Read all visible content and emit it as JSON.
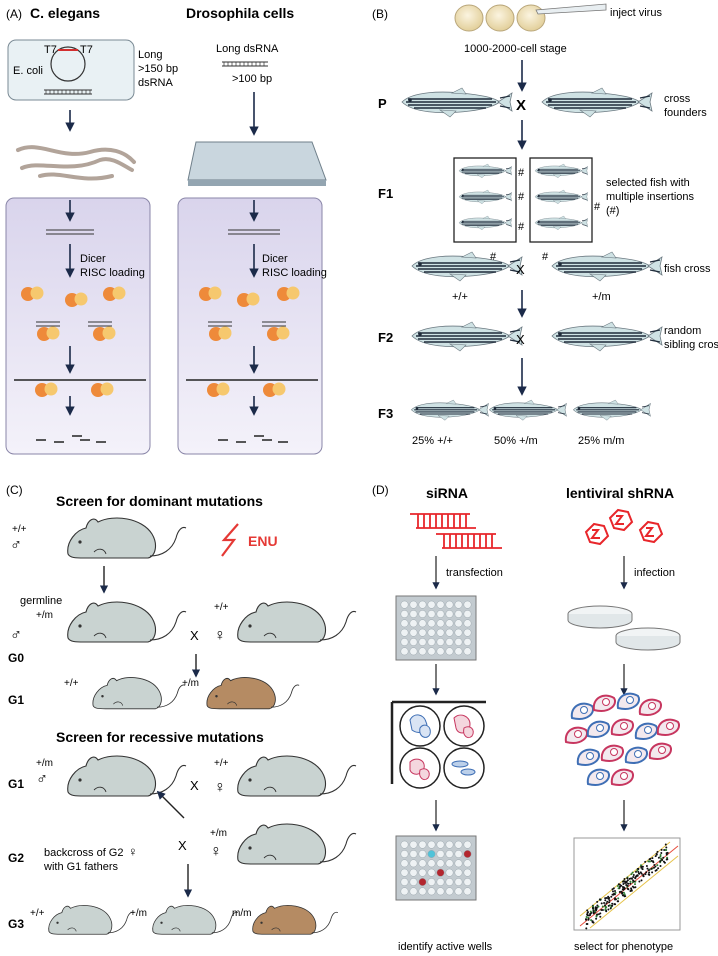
{
  "panels": {
    "A": {
      "label": "(A)",
      "col1_title": "C. elegans",
      "col2_title": "Drosophila cells",
      "t7_left": "T7",
      "t7_right": "T7",
      "ecoli": "E. coli",
      "long1": "Long",
      "long2": ">150 bp",
      "long3": "dsRNA",
      "dros_long": "Long dsRNA",
      "dros_bp": ">100 bp",
      "dicer": "Dicer",
      "risc": "RISC loading"
    },
    "B": {
      "label": "(B)",
      "inject": "inject virus",
      "stage": "1000-2000-cell stage",
      "gen_p": "P",
      "gen_f1": "F1",
      "gen_f2": "F2",
      "gen_f3": "F3",
      "cross_x": "X",
      "cross_founders1": "cross",
      "cross_founders2": "founders",
      "selected1": "selected fish with",
      "selected2": "multiple insertions",
      "selected3": "(#)",
      "hash": "#",
      "fish_cross": "fish cross",
      "wt": "+/+",
      "het": "+/m",
      "random1": "random",
      "random2": "sibling cross",
      "f3_1": "25% +/+",
      "f3_2": "50% +/m",
      "f3_3": "25% m/m"
    },
    "C": {
      "label": "(C)",
      "dominant_title": "Screen for dominant mutations",
      "recessive_title": "Screen for recessive mutations",
      "enu": "ENU",
      "germline": "germline",
      "wt": "+/+",
      "het": "+/m",
      "hom": "m/m",
      "g0": "G0",
      "g1": "G1",
      "g2": "G2",
      "g3": "G3",
      "cross_x": "X",
      "male": "♂",
      "female": "♀",
      "backcross1": "backcross of G2",
      "backcross2": "with G1 fathers"
    },
    "D": {
      "label": "(D)",
      "sirna": "siRNA",
      "shrna": "lentiviral shRNA",
      "transfection": "transfection",
      "infection": "infection",
      "identify": "identify active wells",
      "select": "select for phenotype"
    }
  },
  "colors": {
    "mouse_grey": "#c9d3d1",
    "mouse_brown": "#b58b63",
    "enu_red": "#e53935",
    "rna_red": "#e8262b",
    "box_purple": "#e4e1f0",
    "dicer_orange": "#ee8a3a",
    "dicer_yellow": "#f6c86e",
    "cell_blue": "#3f6fb5",
    "cell_pink": "#c7365f",
    "well_red": "#b3262e",
    "well_cyan": "#4fc3d9"
  }
}
